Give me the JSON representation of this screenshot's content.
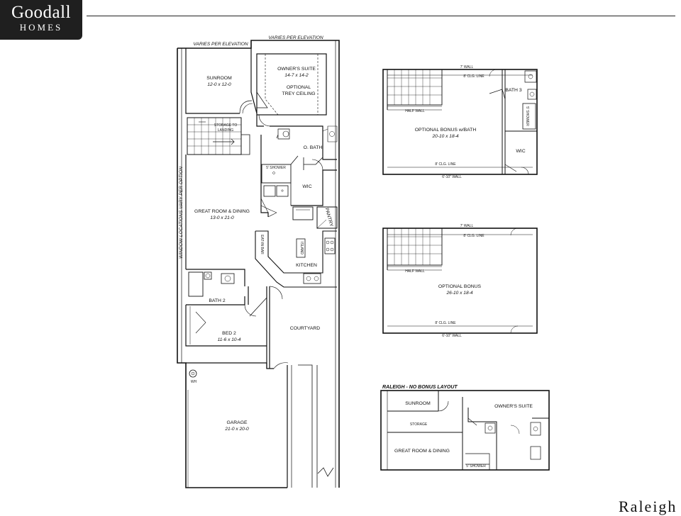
{
  "brand": {
    "line1": "Goodall",
    "line2": "HOMES"
  },
  "corner_title": "Raleigh",
  "main_plan": {
    "elev_top_left": "VARIES PER ELEVATION",
    "elev_top_right": "VARIES PER ELEVATION",
    "window_note": "WINDOW LOCATIONS VARY PER OPTION",
    "sunroom": {
      "name": "SUNROOM",
      "dim": "12-0 x 12-0"
    },
    "owners_suite": {
      "name": "OWNER'S SUITE",
      "dim": "14-7 x 14-2",
      "note1": "OPTIONAL",
      "note2": "TREY CEILING"
    },
    "storage": {
      "line1": "STORAGE TO",
      "line2": "LANDING"
    },
    "obath": "O. BATH",
    "shower": "5' SHOWER",
    "wic": "WIC",
    "great_room": {
      "name": "GREAT ROOM & DINING",
      "dim": "13-0 x 21-0"
    },
    "pantry": "PANTRY",
    "kitchen": "KITCHEN",
    "eat_bar": "EAT-IN BAR",
    "island": "ISLAND",
    "bath2": "BATH 2",
    "bed2": {
      "name": "BED 2",
      "dim": "11-6 x 10-4"
    },
    "courtyard": "COURTYARD",
    "garage": {
      "name": "GARAGE",
      "dim": "21-0 x 20-0"
    },
    "wh": "WH"
  },
  "bonus_bath": {
    "wall_top": "7' WALL",
    "clg_top": "8' CLG. LINE",
    "half_wall": "HALF WALL",
    "bath3": "BATH 3",
    "room": {
      "name": "OPTIONAL BONUS w/BATH",
      "dim": "20-10 x 18-4"
    },
    "wic": "WIC",
    "clg_bottom": "8' CLG. LINE",
    "wall_bottom": "6'-10\" WALL",
    "shower": "5' SHOWER"
  },
  "bonus": {
    "wall_top": "7' WALL",
    "clg_top": "8' CLG. LINE",
    "half_wall": "HALF WALL",
    "room": {
      "name": "OPTIONAL BONUS",
      "dim": "26-10 x 18-4"
    },
    "clg_bottom": "8' CLG. LINE",
    "wall_bottom": "6'-10\" WALL"
  },
  "no_bonus": {
    "title": "RALEIGH - NO BONUS LAYOUT",
    "sunroom": "SUNROOM",
    "owners_suite": "OWNER'S SUITE",
    "storage": "STORAGE",
    "great_room": "GREAT ROOM & DINING",
    "shower": "5' SHOWER"
  }
}
